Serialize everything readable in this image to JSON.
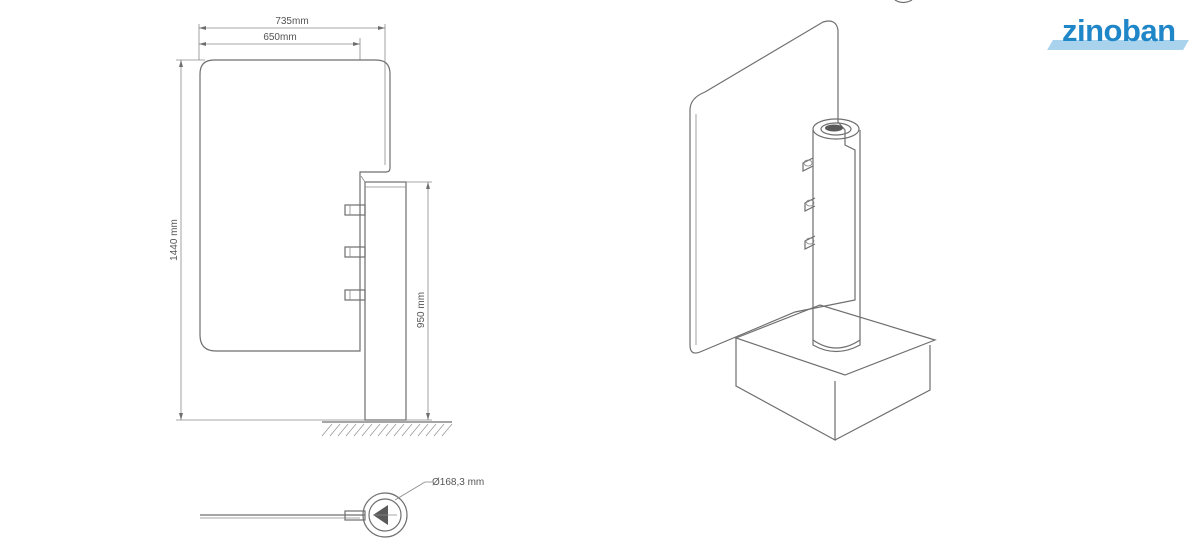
{
  "brand": {
    "name": "zinoban",
    "color": "#1f86c8",
    "accent": "#a9d3ec"
  },
  "dimensions": {
    "total_width": "735mm",
    "panel_width": "650mm",
    "total_height": "1440 mm",
    "post_height": "950 mm",
    "post_diameter": "Ø168,3 mm"
  },
  "line_color": "#6f6f6f"
}
